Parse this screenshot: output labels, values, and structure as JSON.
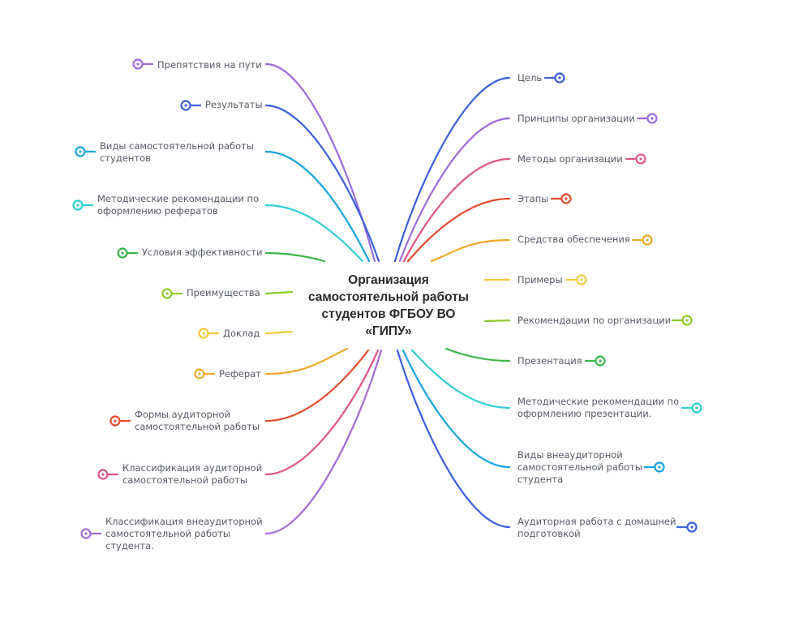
{
  "center": {
    "lines": [
      "Организация",
      "самостоятельной работы",
      "студентов  ФГБОУ ВО",
      "«ГИПУ»"
    ]
  },
  "left": [
    {
      "lines": [
        "Препятствия на пути"
      ],
      "color": "#9b6cdc"
    },
    {
      "lines": [
        "Результаты"
      ],
      "color": "#3a5fd8"
    },
    {
      "lines": [
        "Виды самостоятельной работы",
        "студентов"
      ],
      "color": "#17a3e0"
    },
    {
      "lines": [
        "Методические рекомендации по",
        "оформлению рефератов"
      ],
      "color": "#2fcfd4"
    },
    {
      "lines": [
        "Условия эффективности"
      ],
      "color": "#3bb54a"
    },
    {
      "lines": [
        "Преимущества"
      ],
      "color": "#8fcb2b"
    },
    {
      "lines": [
        "Доклад"
      ],
      "color": "#f1c93a"
    },
    {
      "lines": [
        "Реферат"
      ],
      "color": "#f0a82a"
    },
    {
      "lines": [
        "Формы аудиторной",
        "самостоятельной работы"
      ],
      "color": "#e44a2e"
    },
    {
      "lines": [
        "Классификация аудиторной",
        "самостоятельной работы"
      ],
      "color": "#e0548a"
    },
    {
      "lines": [
        "Классификация внеаудиторной",
        "самостоятельной работы",
        "студента."
      ],
      "color": "#a36ad8"
    }
  ],
  "right": [
    {
      "lines": [
        "Цель"
      ],
      "color": "#3a5fd8"
    },
    {
      "lines": [
        "Принципы организации"
      ],
      "color": "#9b6cdc"
    },
    {
      "lines": [
        "Методы организации"
      ],
      "color": "#e0548a"
    },
    {
      "lines": [
        "Этапы"
      ],
      "color": "#e44a2e"
    },
    {
      "lines": [
        "Средства обеспечения"
      ],
      "color": "#f0a82a"
    },
    {
      "lines": [
        "Примеры"
      ],
      "color": "#f1c93a"
    },
    {
      "lines": [
        "Рекомендации по организации"
      ],
      "color": "#8fcb2b"
    },
    {
      "lines": [
        "Презентация"
      ],
      "color": "#3bb54a"
    },
    {
      "lines": [
        "Методические рекомендации по",
        "оформлению презентации."
      ],
      "color": "#2fcfd4"
    },
    {
      "lines": [
        "Виды внеаудиторной",
        "самостоятельной работы",
        "студента"
      ],
      "color": "#17a3e0"
    },
    {
      "lines": [
        "Аудиторная работа с домашней",
        "подготовкой"
      ],
      "color": "#3a5fd8"
    }
  ]
}
